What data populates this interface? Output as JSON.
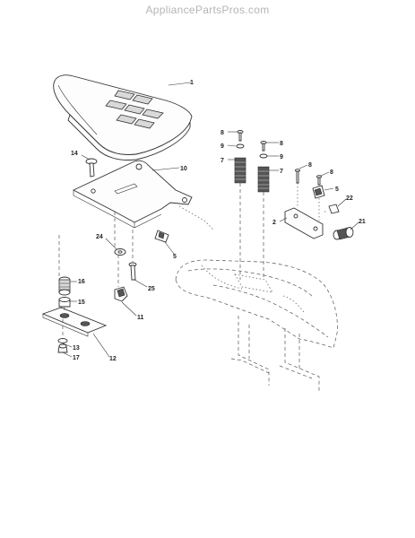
{
  "watermark": "AppliancePartsPros.com",
  "callouts": {
    "c1": "1",
    "c14": "14",
    "c10": "10",
    "c24": "24",
    "c5a": "5",
    "c16": "16",
    "c15": "15",
    "c25": "25",
    "c11": "11",
    "c13": "13",
    "c17": "17",
    "c12": "12",
    "c8a": "8",
    "c9a": "9",
    "c7a": "7",
    "c8b": "8",
    "c9b": "9",
    "c7b": "7",
    "c8c": "8",
    "c8d": "8",
    "c5b": "5",
    "c22": "22",
    "c2": "2",
    "c21": "21"
  }
}
